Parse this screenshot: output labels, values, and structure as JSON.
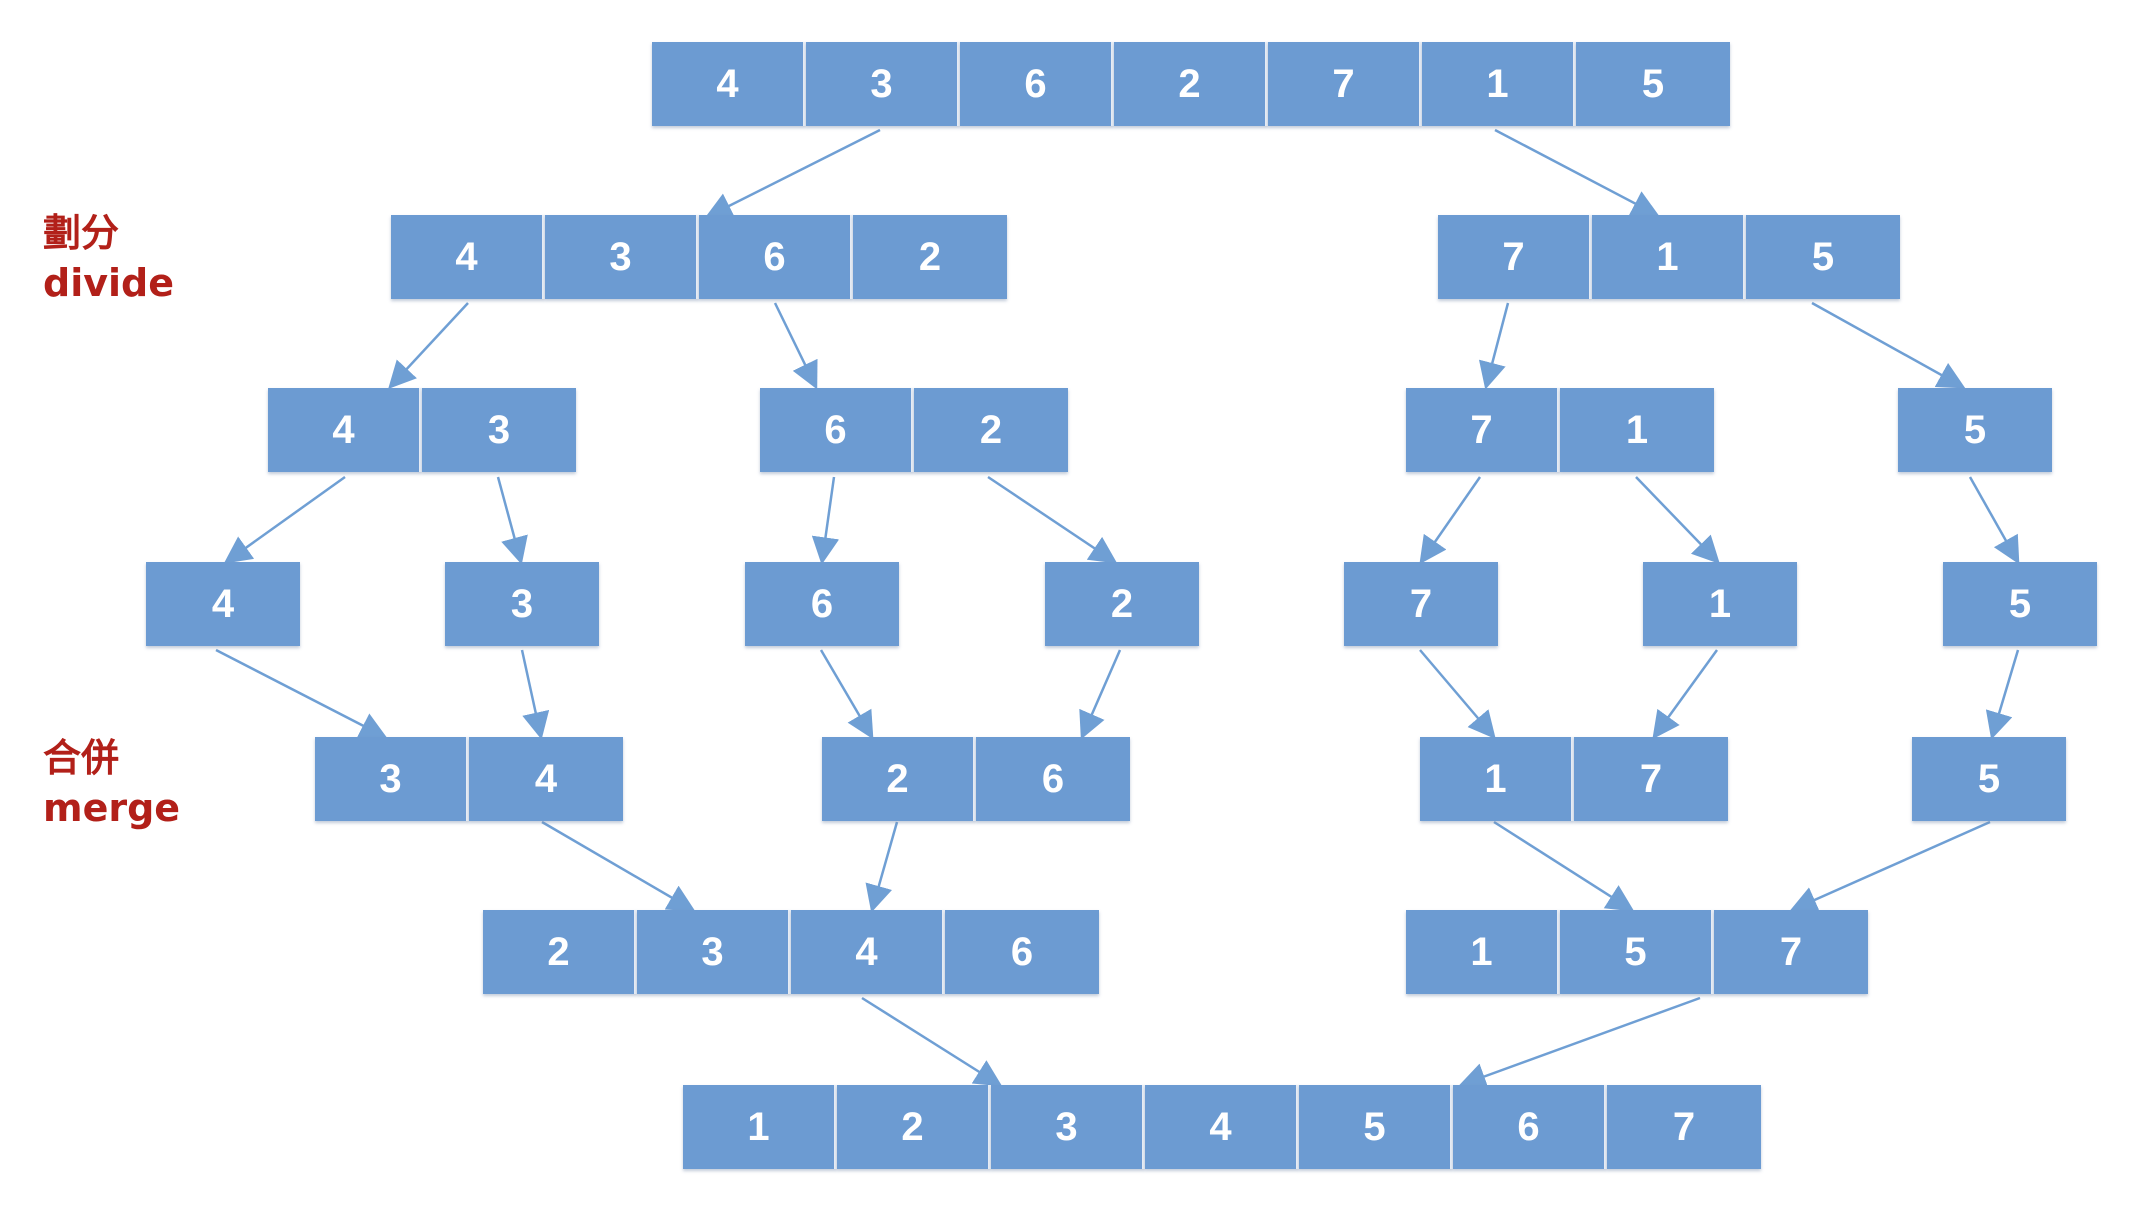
{
  "labels": {
    "divide_cn": "劃分",
    "divide_en": "divide",
    "merge_cn": "合併",
    "merge_en": "merge"
  },
  "colors": {
    "cell": "#6c9bd2",
    "arrow": "#6f9fd4",
    "label": "#b22019"
  },
  "rows": [
    [
      [
        "4",
        "3",
        "6",
        "2",
        "7",
        "1",
        "5"
      ]
    ],
    [
      [
        "4",
        "3",
        "6",
        "2"
      ],
      [
        "7",
        "1",
        "5"
      ]
    ],
    [
      [
        "4",
        "3"
      ],
      [
        "6",
        "2"
      ],
      [
        "7",
        "1"
      ],
      [
        "5"
      ]
    ],
    [
      [
        "4"
      ],
      [
        "3"
      ],
      [
        "6"
      ],
      [
        "2"
      ],
      [
        "7"
      ],
      [
        "1"
      ],
      [
        "5"
      ]
    ],
    [
      [
        "3",
        "4"
      ],
      [
        "2",
        "6"
      ],
      [
        "1",
        "7"
      ],
      [
        "5"
      ]
    ],
    [
      [
        "2",
        "3",
        "4",
        "6"
      ],
      [
        "1",
        "5",
        "7"
      ]
    ],
    [
      [
        "1",
        "2",
        "3",
        "4",
        "5",
        "6",
        "7"
      ]
    ]
  ]
}
